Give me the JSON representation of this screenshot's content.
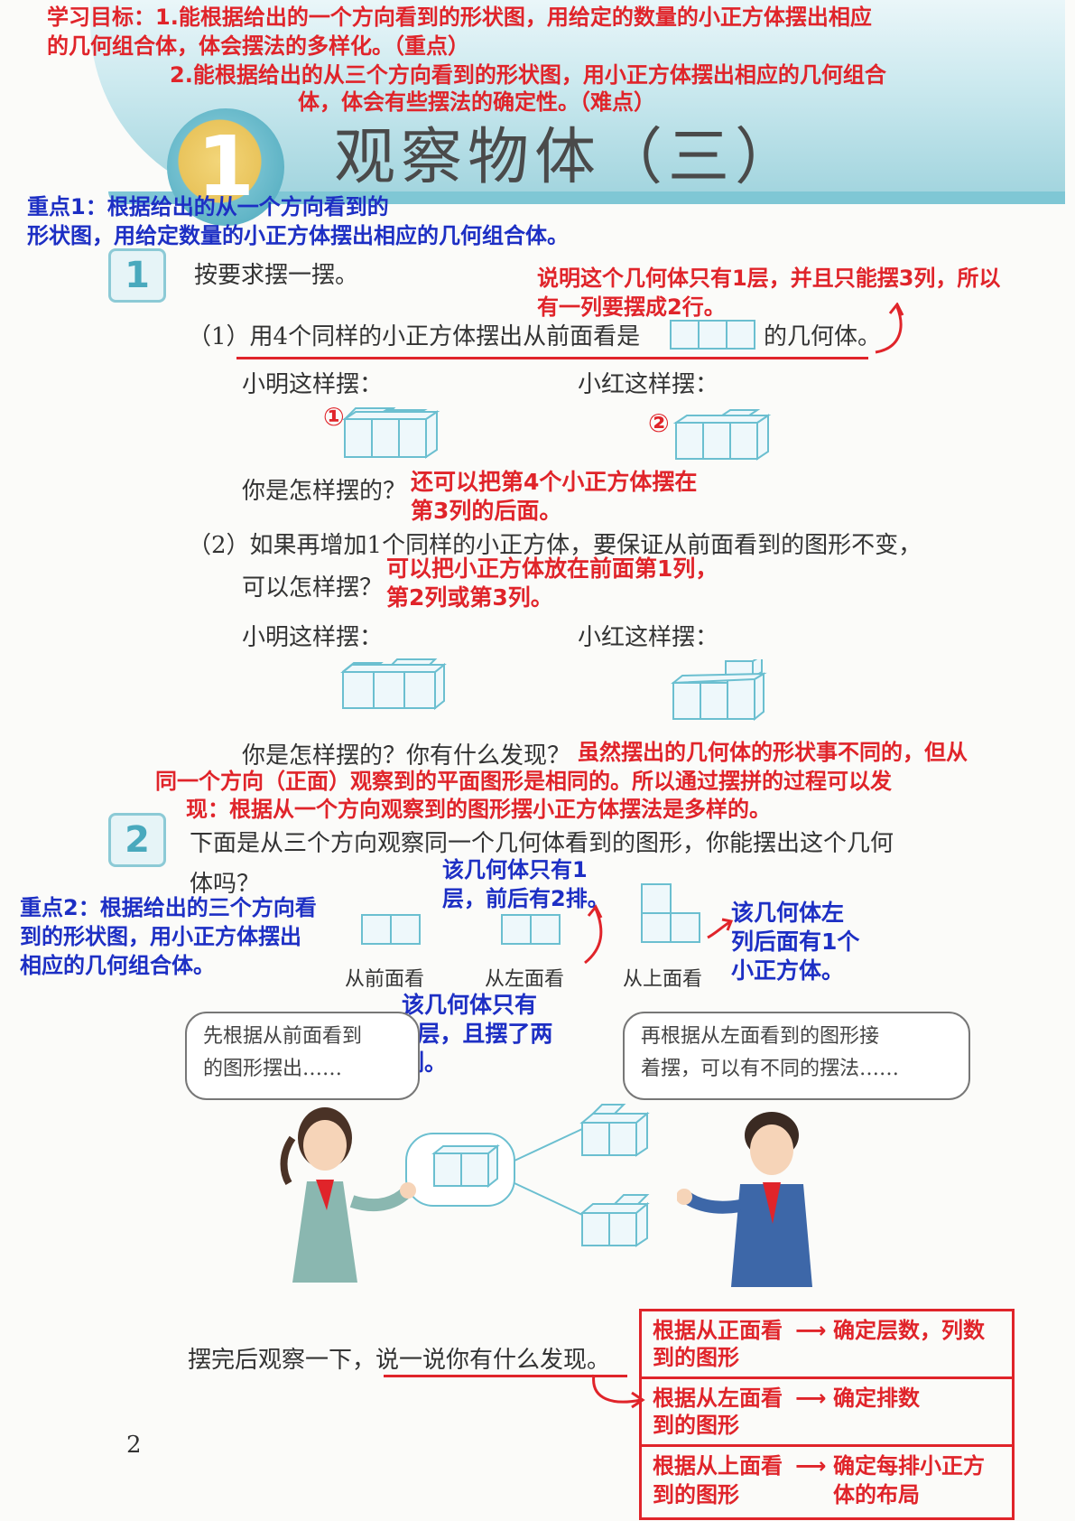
{
  "objectives": {
    "line1": "学习目标：1.能根据给出的一个方向看到的形状图，用给定的数量的小正方体摆出相应",
    "line2": "的几何组合体，体会摆法的多样化。（重点）",
    "line3": "2.能根据给出的从三个方向看到的形状图，用小正方体摆出相应的几何组合",
    "line4": "体，体会有些摆法的确定性。（难点）"
  },
  "header": {
    "unit_number": "1",
    "title": "观察物体（三）"
  },
  "key_point_1": {
    "line1": "重点1：根据给出的从一个方向看到的",
    "line2": "形状图，用给定数量的小正方体摆出相应的几何组合体。"
  },
  "exercise1": {
    "number": "1",
    "instruction": "按要求摆一摆。",
    "annotation_top_1": "说明这个几何体只有1层，并且只能摆3列，所以",
    "annotation_top_2": "有一列要摆成2行。",
    "q1_prefix": "（1）用4个同样的小正方体摆出从前面看是",
    "q1_suffix": "的几何体。",
    "xiaoming": "小明这样摆：",
    "xiaohong": "小红这样摆：",
    "marker_1": "①",
    "marker_2": "②",
    "ask1": "你是怎样摆的？",
    "ask1_answer_1": "还可以把第4个小正方体摆在",
    "ask1_answer_2": "第3列的后面。",
    "q2_line1": "（2）如果再增加1个同样的小正方体，要保证从前面看到的图形不变，",
    "q2_line2": "可以怎样摆？",
    "q2_answer_1": "可以把小正方体放在前面第1列，",
    "q2_answer_2": "第2列或第3列。",
    "xiaoming2": "小明这样摆：",
    "xiaohong2": "小红这样摆：",
    "ask2": "你是怎样摆的？你有什么发现？",
    "finding_1": "虽然摆出的几何体的形状事不同的，但从",
    "finding_2": "同一个方向（正面）观察到的平面图形是相同的。所以通过摆拼的过程可以发",
    "finding_3": "现：根据从一个方向观察到的图形摆小正方体摆法是多样的。"
  },
  "exercise2": {
    "number": "2",
    "line1": "下面是从三个方向观察同一个几何体看到的图形，你能摆出这个几何",
    "line2": "体吗？",
    "key_point_2_1": "重点2：根据给出的三个方向看",
    "key_point_2_2": "到的形状图，用小正方体摆出",
    "key_point_2_3": "相应的几何组合体。",
    "note_left_1": "该几何体只有1",
    "note_left_2": "层，前后有2排。",
    "note_top_1": "该几何体左",
    "note_top_2": "列后面有1个",
    "note_top_3": "小正方体。",
    "view_front": "从前面看",
    "view_left": "从左面看",
    "view_top": "从上面看",
    "note_front_1": "该几何体只有",
    "note_front_2": "1层，且摆了两",
    "note_front_3": "列。",
    "bubble_girl_1": "先根据从前面看到",
    "bubble_girl_2": "的图形摆出……",
    "bubble_boy_1": "再根据从左面看到的图形接",
    "bubble_boy_2": "着摆，可以有不同的摆法……",
    "closing": "摆完后观察一下，说一说你有什么发现。"
  },
  "summary": {
    "rows": [
      {
        "left_1": "根据从正面看",
        "left_2": "到的图形",
        "right": "确定层数，列数"
      },
      {
        "left_1": "根据从左面看",
        "left_2": "到的图形",
        "right": "确定排数"
      },
      {
        "left_1": "根据从上面看",
        "left_2": "到的图形",
        "right_1": "确定每排小正方",
        "right_2": "体的布局"
      }
    ],
    "arrow": "⟶"
  },
  "page_number": "2",
  "colors": {
    "red": "#e0242a",
    "blue": "#1d2fc4",
    "banner": "#9fd3dd",
    "cube_line": "#6bbfd0",
    "cube_fill": "#eef8fb"
  }
}
